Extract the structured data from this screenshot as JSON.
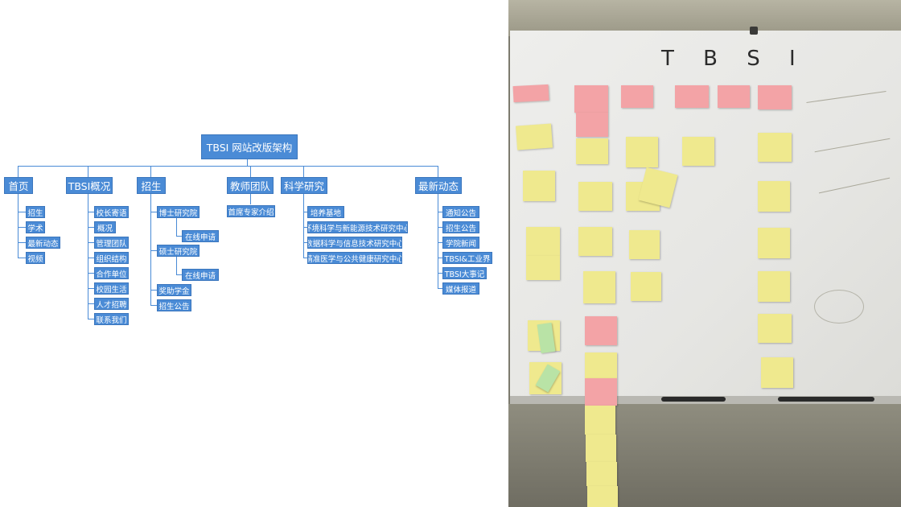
{
  "sitemap": {
    "root": "TBSI 网站改版架构",
    "sections": [
      {
        "label": "首页",
        "children": [
          "招生",
          "学术",
          "最新动态",
          "视频"
        ]
      },
      {
        "label": "TBSI概况",
        "children": [
          "校长寄语",
          "概况",
          "管理团队",
          "组织结构",
          "合作单位",
          "校园生活",
          "人才招聘",
          "联系我们"
        ]
      },
      {
        "label": "招生",
        "children": [
          {
            "label": "博士研究院",
            "sub": "在线申请"
          },
          {
            "label": "硕士研究院",
            "sub": "在线申请"
          },
          {
            "label": "奖助学金"
          },
          {
            "label": "招生公告"
          }
        ]
      },
      {
        "label": "教师团队",
        "children": [
          "首席专家介绍"
        ]
      },
      {
        "label": "科学研究",
        "children": [
          "培养基地",
          "环境科学与新能源技术研究中心",
          "数据科学与信息技术研究中心",
          "精准医学与公共健康研究中心"
        ]
      },
      {
        "label": "最新动态",
        "children": [
          "通知公告",
          "招生公告",
          "学院新闻",
          "TBSI&工业界",
          "TBSI大事记",
          "媒体报道"
        ]
      }
    ]
  },
  "photo": {
    "whiteboard_heading": "T B S I",
    "colors": {
      "sticky_yellow": "#efe98e",
      "sticky_pink": "#f3a3a6",
      "sticky_green": "#b9e3a6",
      "board": "#e9e9e6",
      "wall": "#8d8b7a"
    }
  }
}
